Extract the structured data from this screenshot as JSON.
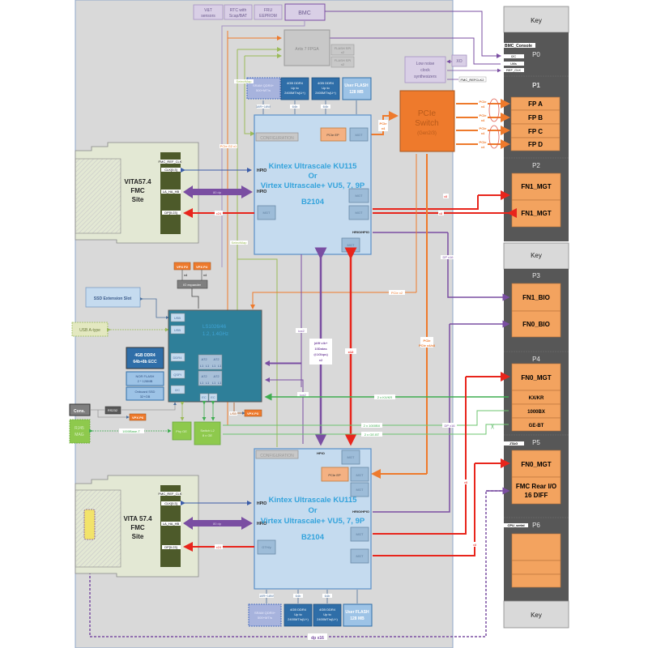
{
  "diagram": {
    "top_peripherals": [
      {
        "label_l1": "V&T",
        "label_l2": "sensors"
      },
      {
        "label_l1": "RTC with",
        "label_l2": "Scap/BAT"
      },
      {
        "label_l1": "FRU",
        "label_l2": "EEPROM"
      }
    ],
    "bmc": "BMC",
    "artix": "Artix 7 FPGA",
    "flash_spi": [
      {
        "l1": "FLASH SPI",
        "l2": "x2"
      },
      {
        "l1": "FLASH SPI",
        "l2": "x2"
      }
    ],
    "clock": {
      "synth_l1": "Low noise",
      "synth_l2": "clock",
      "synth_l3": "synthesizers",
      "xo": "XO",
      "fmc_refclk": "FMC_REFCLK2"
    },
    "pcie_switch": {
      "l1": "PCIe",
      "l2": "Switch",
      "l3": "(Gen2/3)"
    },
    "pcie_x4": {
      "l1": "PCIe",
      "l2": "x4"
    },
    "fpga_top": {
      "l1": "Kintex Ultrascale KU115",
      "l2": "Or",
      "l3": "Virtex Ultrascale+ VU5, 7, 9P",
      "l4": "B2104",
      "config": "CONFIGURATION",
      "pcie_ep": "PCIe EP",
      "mgt": "MGT",
      "hpio": "HPIO",
      "hrio": "HRIO/HPIO"
    },
    "fpga_bottom": {
      "l1": "Kintex Ultrascale KU115",
      "l2": "Or",
      "l3": "Virtex Ultrascale+ VU5, 7, 9P",
      "l4": "B2104",
      "config": "CONFIGURATION",
      "pcie_ep": "PCIe EP",
      "mgt": "MGT",
      "gth": "GTH/y",
      "hpio": "HPIO",
      "hrio": "HRIO/HPIO"
    },
    "memories_top": {
      "sram": {
        "l1": "SRAM QDRII+",
        "l2": "500+MT/s"
      },
      "ddr4_a": {
        "l1": "4GB DDR4",
        "l2": "Up to",
        "l3": "2400MT/s(U+)"
      },
      "ddr4_b": {
        "l1": "4GB DDR4",
        "l2": "Up to",
        "l3": "2400MT/s(U+)"
      },
      "flash": {
        "l1": "User FLASH",
        "l2": "128 MB"
      },
      "bus_sram": "18R+18W",
      "bus_ddr": "64b"
    },
    "memories_bottom": {
      "sram": {
        "l1": "SRAM QDRII+",
        "l2": "500+MT/s"
      },
      "ddr4_a": {
        "l1": "4GB DDR4",
        "l2": "Up to",
        "l3": "2400MT/s(U+)"
      },
      "ddr4_b": {
        "l1": "4GB DDR4",
        "l2": "Up to",
        "l3": "2400MT/s(U+)"
      },
      "flash": {
        "l1": "User FLASH",
        "l2": "128 MB"
      },
      "bus_sram": "18R+18W",
      "bus_ddr": "64b"
    },
    "fmc_top": {
      "l1": "VITA57.4",
      "l2": "FMC",
      "l3": "Site",
      "pins": [
        "FMC_REF_CLK",
        "CLK[0:3]",
        "LA_HA_HB",
        "DP[0:23]"
      ],
      "bus_la": "80 dp",
      "bus_dp": "x24"
    },
    "fmc_bottom": {
      "l1": "VITA 57.4",
      "l2": "FMC",
      "l3": "Site",
      "pins": [
        "FMC_REF_CLK",
        "CLK[0:3]",
        "LA_HA_HB",
        "DP[0:23]"
      ],
      "bus_la": "80 dp",
      "bus_dp": "x24"
    },
    "soc": {
      "name_l1": "LS1026/46",
      "name_l2": "1.2, 1.4GHz",
      "usb": "USB",
      "ddr4": "DDR4",
      "qspi": "QSPI",
      "i2c": "I2C",
      "core": "A72",
      "l1": "L1",
      "l2": "L2",
      "ec": "EC"
    },
    "soc_side": {
      "ddr4": {
        "l1": "4GB DDR4",
        "l2": "64b+8b ECC"
      },
      "nor": {
        "l1": "NOR FLASH",
        "l2": "2 * 128MB"
      },
      "ssd_onboard": {
        "l1": "Onboard SSD",
        "l2": "32+GB"
      },
      "ssd_slot": "SSD Extension Slot",
      "usb_a": "USB A-type",
      "io_expander": "IO expander",
      "vpx_p2": "VPX P2",
      "vpx_p4": "VPX P4",
      "x4": "x4",
      "cons": "Cons.",
      "rs232": "RS232",
      "vpx_p6": "VPX P6",
      "vpx_p3": "VPX P3",
      "usb_link": "USB",
      "rj45_l1": "RJ45",
      "rj45_l2": "MAG",
      "base_t": "1000Base-T",
      "phy": "Phy GE",
      "switch_l1": "Switch L2",
      "switch_l2": "8 x GE"
    },
    "link_labels": {
      "pcie_g2_x1": "PCIe G2 x1",
      "selectmap": "SelectMap",
      "pcie_x4": "PCIe x4",
      "pcie_x2": "PCIe x2",
      "pcie_x4_x8": "PCIe x4/x8",
      "dp_x16": "DP x16",
      "iox2": "iox2",
      "diff_clk_l1": "(diff clk+",
      "diff_clk_l2": "10Datas",
      "diff_clk_l3": "@1Gbps)",
      "diff_clk_l4": "x2",
      "x12": "x12",
      "x8": "x8",
      "kx_kr": "2 x KX/KR",
      "bx": "2 x 1000BX",
      "ge_bt": "2 x GE.BT",
      "dp_x16_bottom": "dp x16"
    },
    "backplane": {
      "key_top": "Key",
      "key_mid": "Key",
      "key_bottom": "Key",
      "p0": {
        "label": "P0",
        "bmc_console": "BMC_Console",
        "signals": [
          "I2C",
          "Utils",
          "REF_CLK"
        ]
      },
      "p1": {
        "label": "P1",
        "slots": [
          "FP A",
          "FP B",
          "FP C",
          "FP D"
        ]
      },
      "p2": {
        "label": "P2",
        "slots": [
          "FN1_MGT",
          "FN1_MGT"
        ]
      },
      "p3": {
        "label": "P3",
        "slots": [
          "FN1_BIO",
          "FN0_BIO"
        ]
      },
      "p4": {
        "label": "P4",
        "slots": [
          "FN0_MGT",
          "KX/KR",
          "1000BX",
          "GE-BT"
        ]
      },
      "p5": {
        "label": "P5",
        "jtag": "JTAG",
        "slots": [
          "FN0_MGT",
          "FMC Rear I/O",
          "16 DIFF"
        ]
      },
      "p6": {
        "label": "P6",
        "cpu_serial": "CPU_serial"
      }
    },
    "colors": {
      "board_bg": "#d9d9d9",
      "fpga_fill": "#c5dbef",
      "fpga_text": "#33a3dc",
      "soc_fill": "#2e7f99",
      "pcie_orange": "#ee7a2c",
      "mgt_red": "#e8251c",
      "hpio_purple": "#7a4ea2",
      "eth_green": "#3fad50",
      "backplane_dark": "#575757",
      "slot_orange": "#f3a35f",
      "fmc_green": "#e3e8d4",
      "connector_olive": "#4d5a2a"
    }
  }
}
